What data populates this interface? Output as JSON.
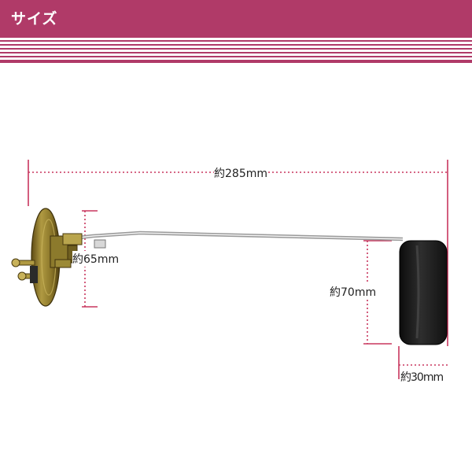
{
  "header": {
    "title": "サイズ"
  },
  "colors": {
    "accent": "#b03a68",
    "dimension_line": "#c8365e",
    "float": "#1e1e1e",
    "rod": "#c9c9c9",
    "plate": "#a08a33"
  },
  "dimensions": {
    "length": "約285mm",
    "plate_diameter": "約65mm",
    "float_height": "約70mm",
    "float_width": "約30mm"
  }
}
